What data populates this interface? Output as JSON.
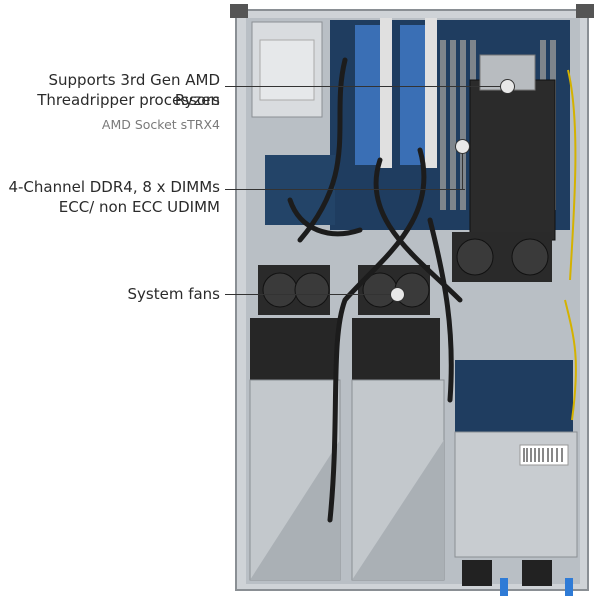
{
  "callouts": [
    {
      "id": "cpu",
      "lines": [
        "Supports 3rd Gen AMD Ryzen",
        "Threadripper processors"
      ],
      "sub": "AMD Socket sTRX4"
    },
    {
      "id": "memory",
      "lines": [
        "4-Channel DDR4, 8 x DIMMs",
        "ECC/ non ECC UDIMM"
      ]
    },
    {
      "id": "fans",
      "lines": [
        "System fans"
      ]
    }
  ],
  "colors": {
    "chassis": "#c9ced3",
    "board": "#1d3a5a",
    "cable": "#222222",
    "shroud": "#2a2a2a",
    "psu": "#bfc4c8",
    "accent_blue": "#2f7bd6"
  }
}
